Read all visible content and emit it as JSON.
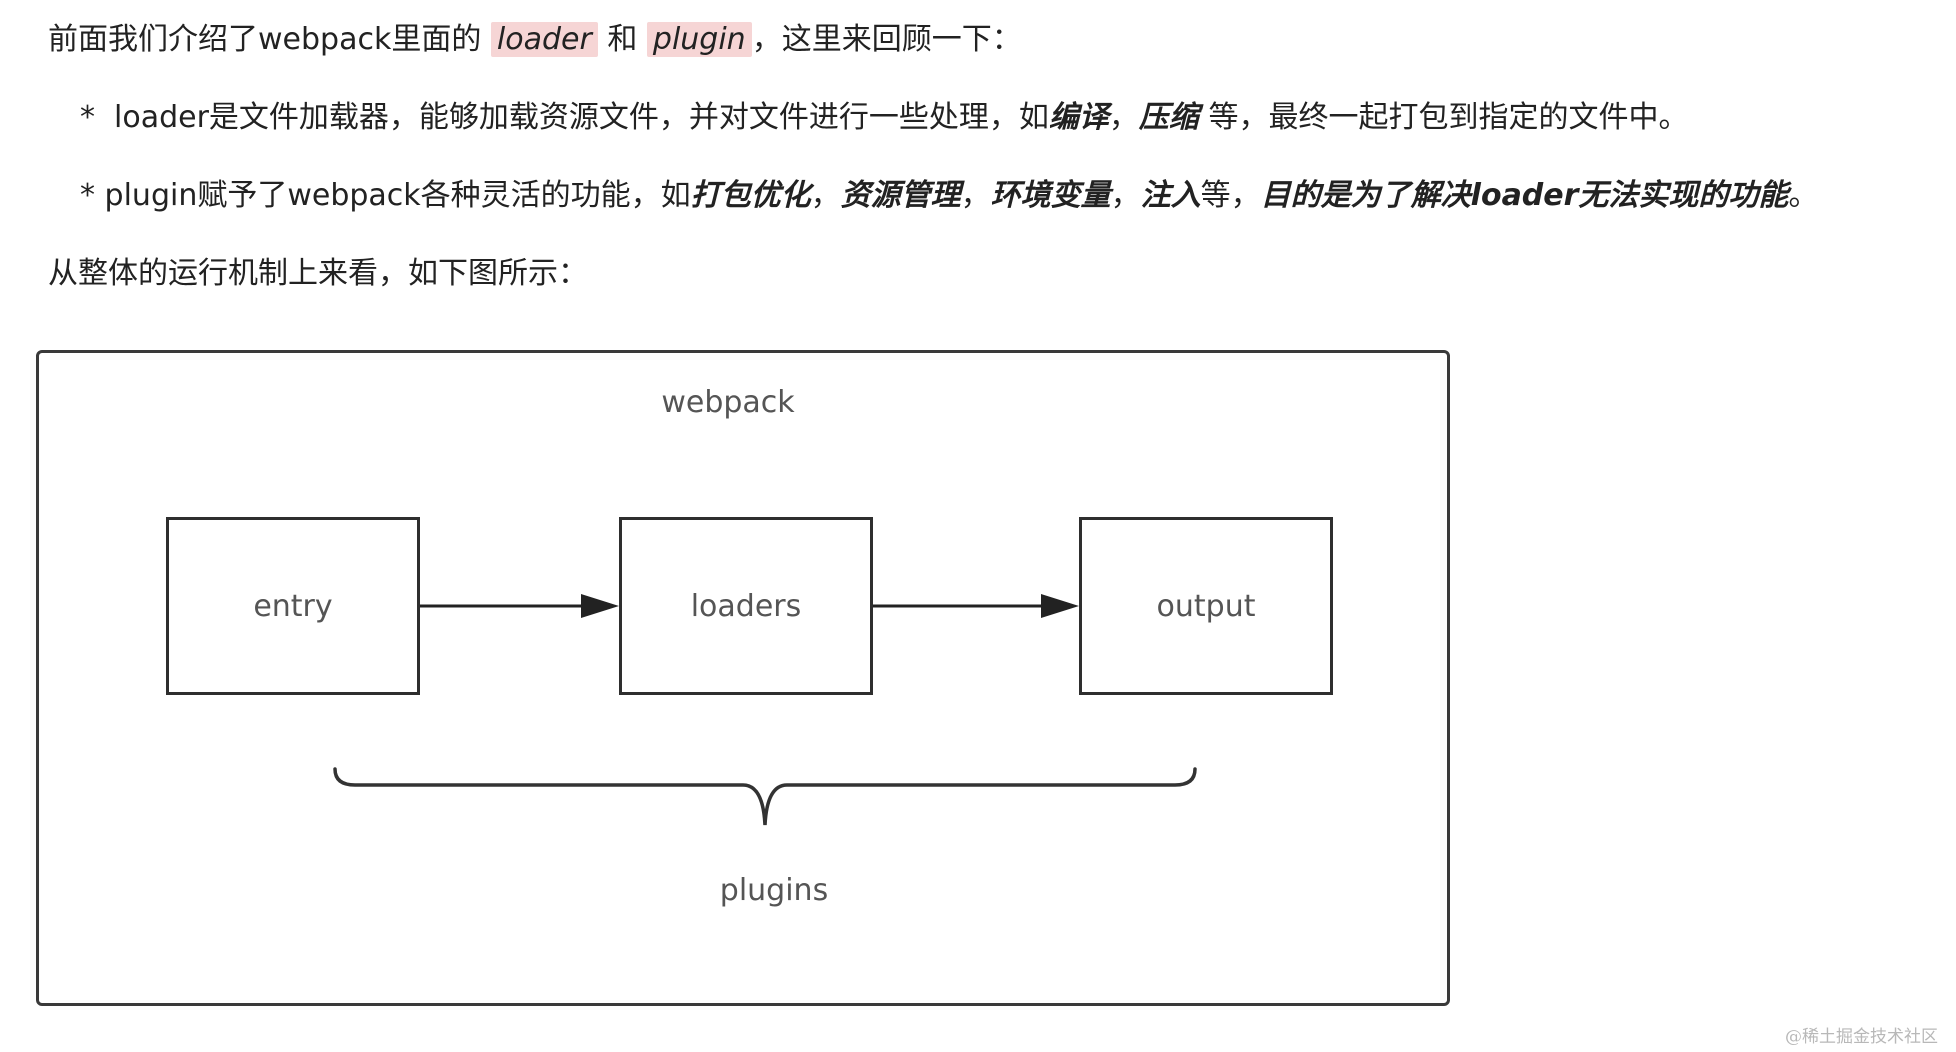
{
  "intro": {
    "prefix": "前面我们介绍了webpack里面的",
    "loader": "loader",
    "and": "和",
    "plugin": "plugin",
    "suffix": "，这里来回顾一下："
  },
  "bullets": [
    {
      "marker": "*",
      "text_a": "loader是文件加载器，能够加载资源文件，并对文件进行一些处理，如",
      "bold_1": "编译",
      "sep_1": "，",
      "bold_2": "压缩",
      "text_b": " 等，最终一起打包到指定的文件中。"
    },
    {
      "marker": "*",
      "text_a": "plugin赋予了webpack各种灵活的功能，如",
      "bold_1": "打包优化",
      "sep_1": "，",
      "bold_2": "资源管理",
      "sep_2": "，",
      "bold_3": "环境变量",
      "sep_3": "，",
      "bold_4": "注入",
      "text_b": "等，",
      "bold_5": "目的是为了解决loader无法实现的功能",
      "end": "。"
    }
  ],
  "summary": "从整体的运行机制上来看，如下图所示：",
  "diagram": {
    "title": "webpack",
    "nodes": [
      "entry",
      "loaders",
      "output"
    ],
    "plugins_label": "plugins"
  },
  "watermark": "@稀土掘金技术社区"
}
